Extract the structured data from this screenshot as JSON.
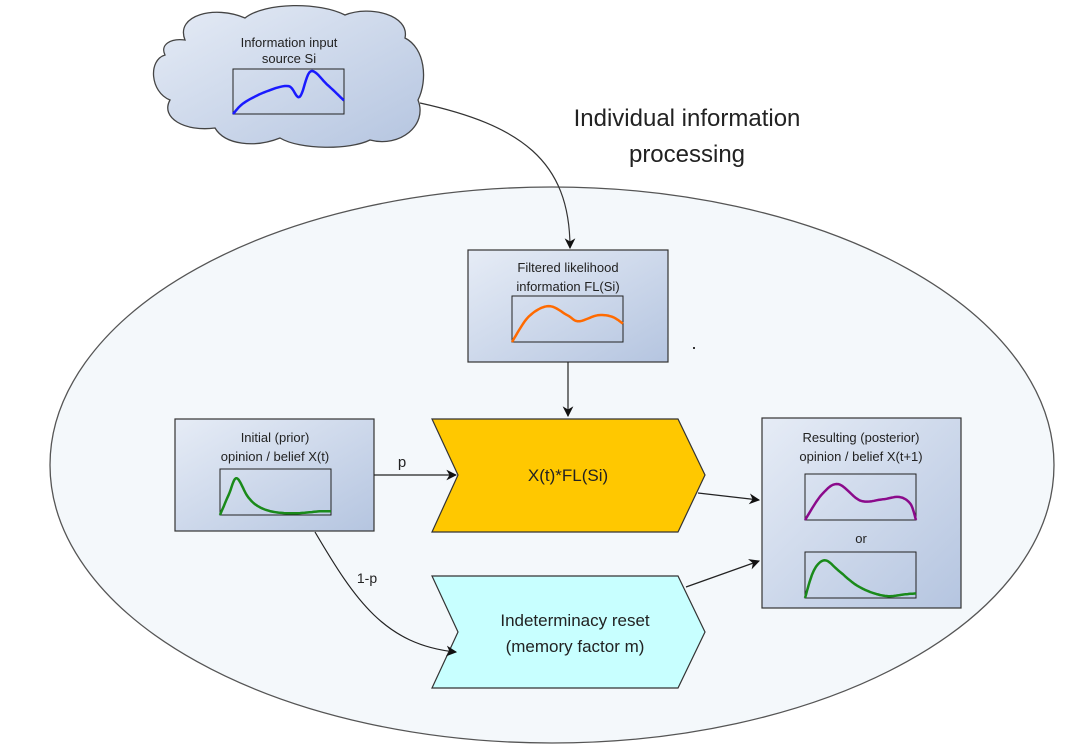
{
  "title": {
    "line1": "Individual information",
    "line2": "processing"
  },
  "source": {
    "line1": "Information input",
    "line2": "source Si",
    "curve_color": "#1a1aff",
    "curve": [
      [
        0,
        0.0
      ],
      [
        0.1,
        0.25
      ],
      [
        0.3,
        0.5
      ],
      [
        0.5,
        0.62
      ],
      [
        0.6,
        0.38
      ],
      [
        0.7,
        0.95
      ],
      [
        0.85,
        0.65
      ],
      [
        1.0,
        0.3
      ]
    ]
  },
  "filtered": {
    "line1": "Filtered likelihood",
    "line2": "information FL(Si)",
    "curve_color": "#ff6a00",
    "curve": [
      [
        0,
        0.0
      ],
      [
        0.15,
        0.55
      ],
      [
        0.33,
        0.78
      ],
      [
        0.5,
        0.58
      ],
      [
        0.6,
        0.45
      ],
      [
        0.77,
        0.58
      ],
      [
        0.9,
        0.55
      ],
      [
        1.0,
        0.4
      ]
    ]
  },
  "prior": {
    "line1": "Initial (prior)",
    "line2": "opinion / belief X(t)",
    "curve_color": "#1a8a1a",
    "curve": [
      [
        0,
        0.0
      ],
      [
        0.08,
        0.45
      ],
      [
        0.15,
        0.8
      ],
      [
        0.25,
        0.4
      ],
      [
        0.35,
        0.18
      ],
      [
        0.5,
        0.06
      ],
      [
        0.7,
        0.04
      ],
      [
        0.9,
        0.08
      ],
      [
        1.0,
        0.08
      ]
    ]
  },
  "multiply": {
    "label": "X(t)*FL(Si)",
    "fill": "#ffc800"
  },
  "reset": {
    "line1": "Indeterminacy reset",
    "line2": "(memory factor m)",
    "fill": "#c8ffff"
  },
  "posterior": {
    "line1": "Resulting (posterior)",
    "line2": "opinion / belief X(t+1)",
    "or_label": "or",
    "curve1_color": "#8b0a8b",
    "curve1": [
      [
        0,
        0.0
      ],
      [
        0.15,
        0.55
      ],
      [
        0.3,
        0.78
      ],
      [
        0.5,
        0.42
      ],
      [
        0.7,
        0.45
      ],
      [
        0.85,
        0.5
      ],
      [
        0.95,
        0.35
      ],
      [
        1.0,
        0.0
      ]
    ],
    "curve2_color": "#1a8a1a",
    "curve2": [
      [
        0,
        0.0
      ],
      [
        0.08,
        0.6
      ],
      [
        0.18,
        0.82
      ],
      [
        0.3,
        0.6
      ],
      [
        0.45,
        0.3
      ],
      [
        0.6,
        0.12
      ],
      [
        0.75,
        0.04
      ],
      [
        0.9,
        0.08
      ],
      [
        1.0,
        0.1
      ]
    ]
  },
  "edges": {
    "p_label": "p",
    "one_minus_p_label": "1-p"
  },
  "colors": {
    "ellipse_fill": "#f4f8fb",
    "box_grad_start": "#e4eaf4",
    "box_grad_end": "#b7c7e2",
    "stroke": "#333333"
  }
}
